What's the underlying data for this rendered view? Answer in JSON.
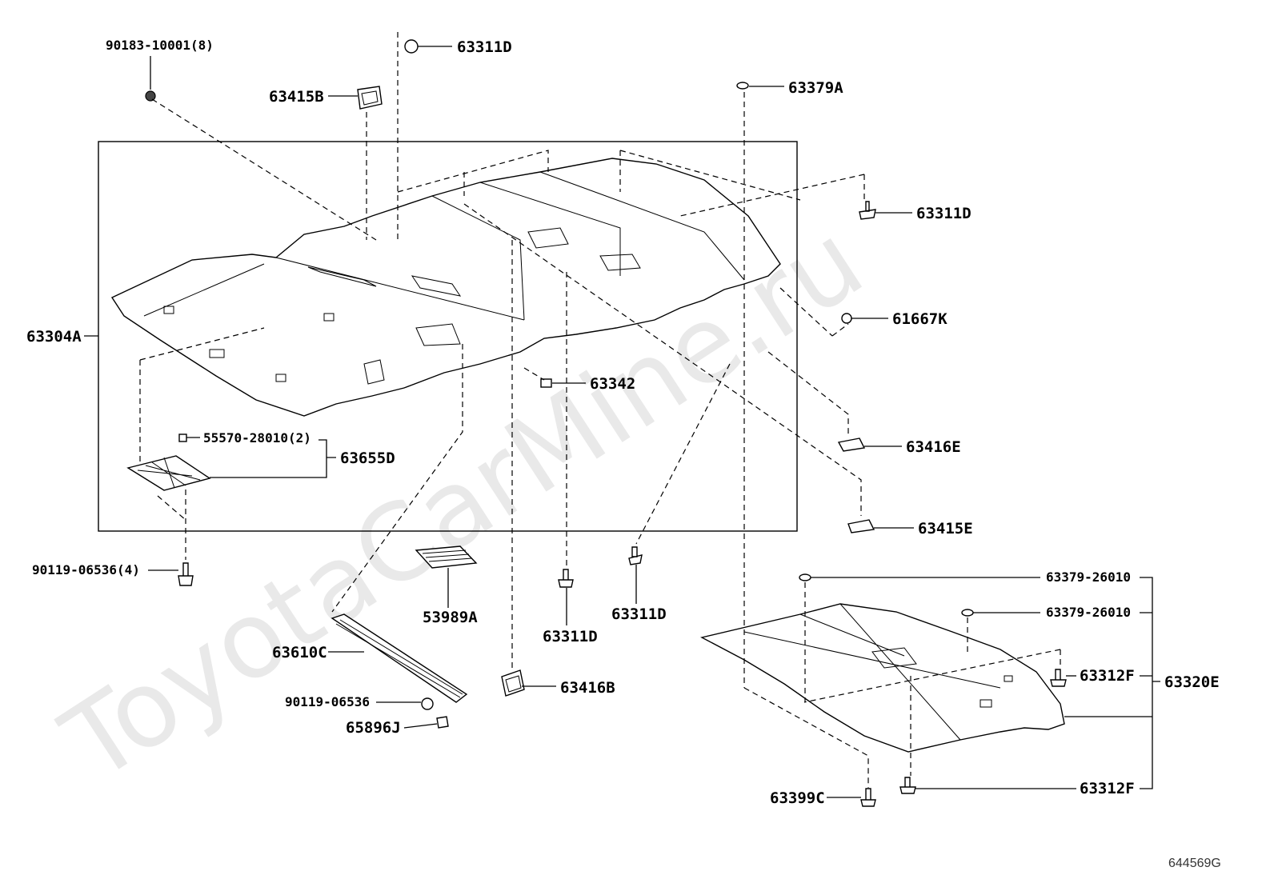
{
  "watermark": "ToyotaCarMine.ru",
  "diagram_code": "644569G",
  "labels": {
    "p90183": "90183-10001(8)",
    "p63311D_top": "63311D",
    "p63415B": "63415B",
    "p63379A": "63379A",
    "p63311D_right": "63311D",
    "p61667K": "61667K",
    "p63304A": "63304A",
    "p63342": "63342",
    "p55570": "55570-28010(2)",
    "p63655D": "63655D",
    "p63416E": "63416E",
    "p63415E": "63415E",
    "p90119_4": "90119-06536(4)",
    "p53989A": "53989A",
    "p63311D_mid": "63311D",
    "p63311D_mid2": "63311D",
    "p63610C": "63610C",
    "p90119": "90119-06536",
    "p65896J": "65896J",
    "p63416B": "63416B",
    "p63379_1": "63379-26010",
    "p63379_2": "63379-26010",
    "p63312F_1": "63312F",
    "p63320E": "63320E",
    "p63399C": "63399C",
    "p63312F_2": "63312F"
  }
}
